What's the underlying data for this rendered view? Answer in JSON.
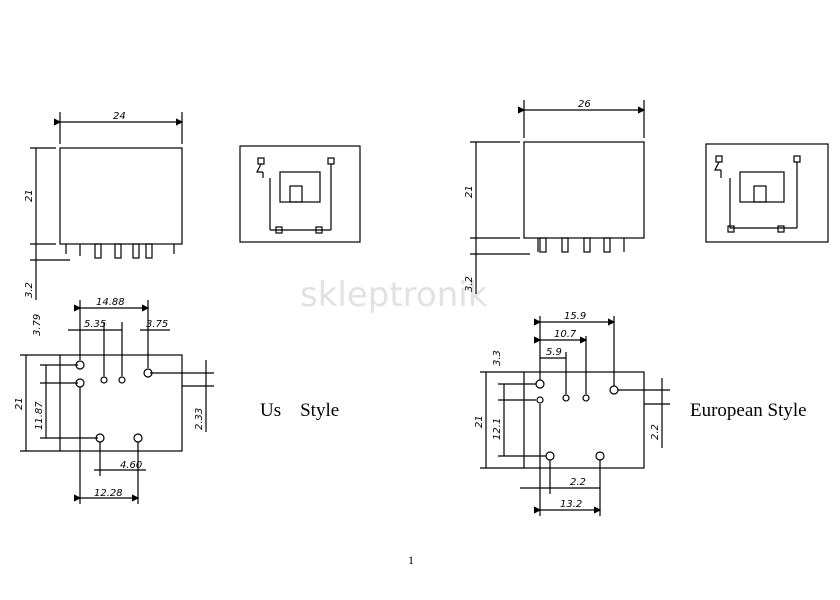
{
  "watermark": "skleptronik",
  "page_number": "1",
  "us": {
    "label": "Us    Style",
    "dims": {
      "body_width": "24",
      "body_height": "21",
      "pin_length": "3.2",
      "pin_span": "14.88",
      "pin_a": "5.35",
      "pin_b": "3.75",
      "top_offset": "3.79",
      "rows_height": "21",
      "row_gap": "11.87",
      "right_offset": "2.33",
      "bottom_a": "4.60",
      "bottom_b": "12.28"
    }
  },
  "european": {
    "label": "European Style",
    "dims": {
      "body_width": "26",
      "body_height": "21",
      "pin_length": "3.2",
      "pin_span": "15.9",
      "pin_a": "10.7",
      "pin_b": "5.9",
      "top_offset": "3.3",
      "rows_height": "21",
      "row_gap": "12.1",
      "right_offset": "2.2",
      "bottom_a": "2.2",
      "bottom_b": "13.2"
    }
  }
}
